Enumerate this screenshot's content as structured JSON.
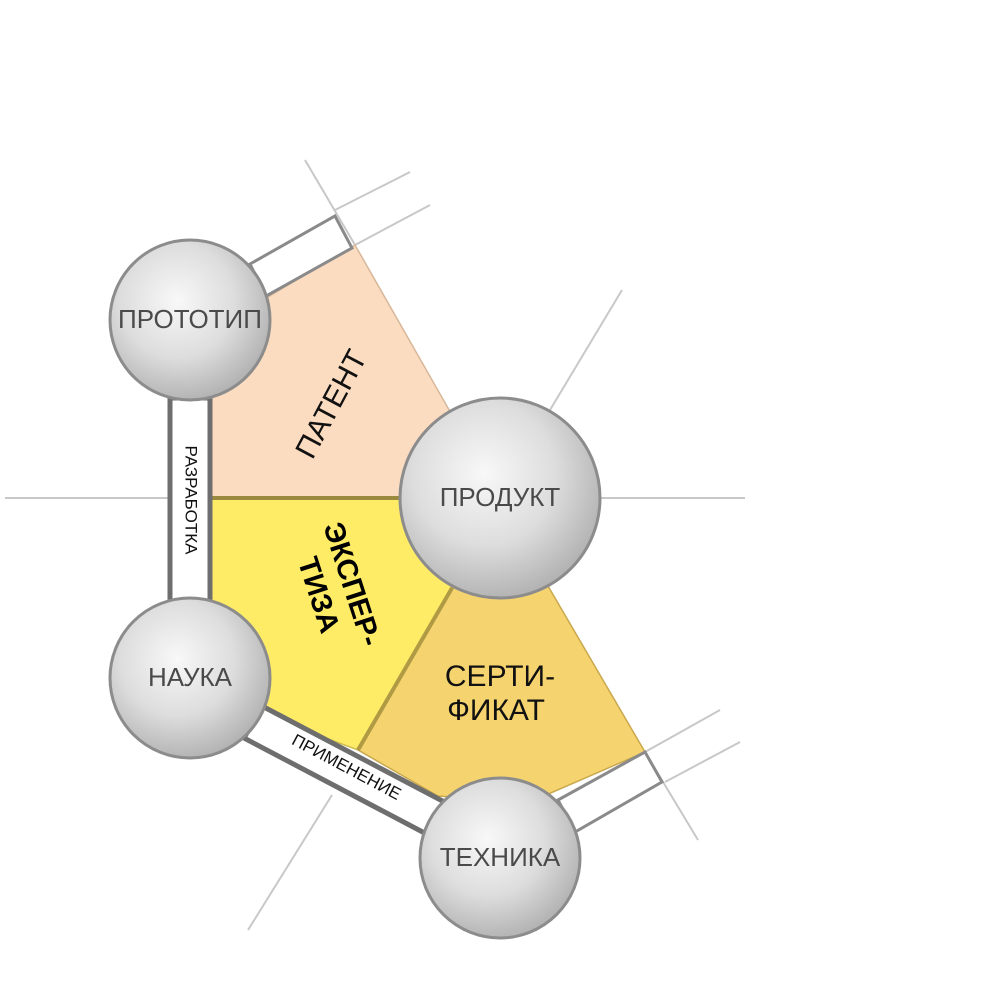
{
  "colors": {
    "patent": "#fbdcc0",
    "expertise": "#ffec66",
    "certificate": "#f5d470",
    "node_light": "#f6f6f6",
    "node_dark": "#b4b4b4",
    "band_stroke": "#6e6e6e",
    "guide_lines": "#c8c8c8"
  },
  "nodes": {
    "prototype": "ПРОТОТИП",
    "product": "ПРОДУКТ",
    "science": "НАУКА",
    "technology": "ТЕХНИКА"
  },
  "bands": {
    "development": "РАЗРАБОТКА",
    "application": "ПРИМЕНЕНИЕ"
  },
  "regions": {
    "patent": "ПАТЕНТ",
    "expertise": [
      "ЭКСПЕР-",
      "ТИЗА"
    ],
    "certificate": [
      "СЕРТИ-",
      "ФИКАТ"
    ]
  }
}
